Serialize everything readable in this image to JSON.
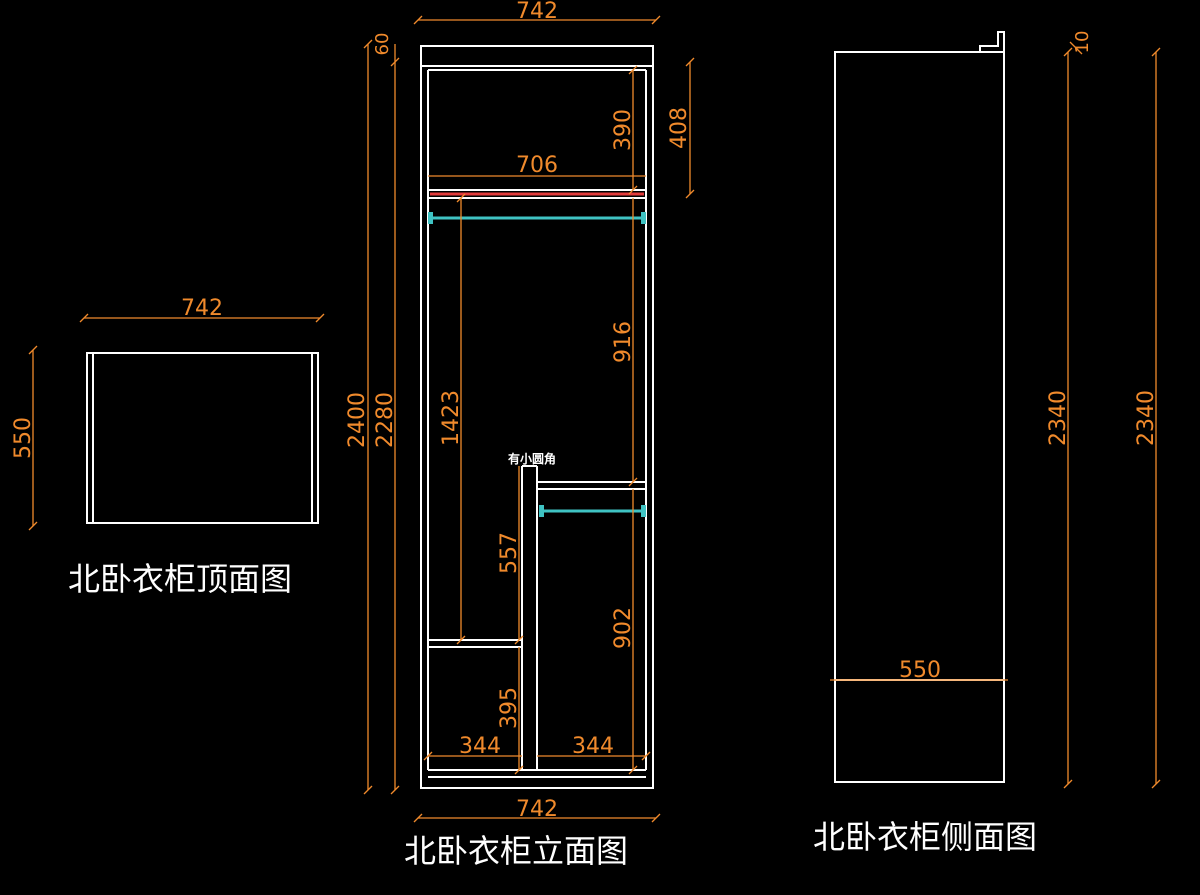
{
  "titles": {
    "top_view": "北卧衣柜顶面图",
    "front_view": "北卧衣柜立面图",
    "side_view": "北卧衣柜侧面图"
  },
  "top_view": {
    "width_label": "742",
    "depth_label": "550"
  },
  "front_view": {
    "top_width": "742",
    "bottom_width": "742",
    "top_panel": "60",
    "total_height": "2400",
    "inner_height": "2280",
    "upper_compartment": "390",
    "upper_height_outer": "408",
    "inner_width": "706",
    "hanging_height": "916",
    "left_hanging_height": "1423",
    "note": "有小圆角",
    "left_middle": "557",
    "right_hanging_height": "902",
    "left_bottom": "395",
    "bottom_left_width": "344",
    "bottom_right_width": "344"
  },
  "side_view": {
    "top_offset": "10",
    "height_inner": "2340",
    "height_outer": "2340",
    "depth": "550"
  },
  "colors": {
    "lines": "#ffffff",
    "dimensions": "#f08a2c",
    "hanging_rod": "#3fc3c3",
    "shelf_edge": "#e23b3b",
    "background": "#000000"
  }
}
